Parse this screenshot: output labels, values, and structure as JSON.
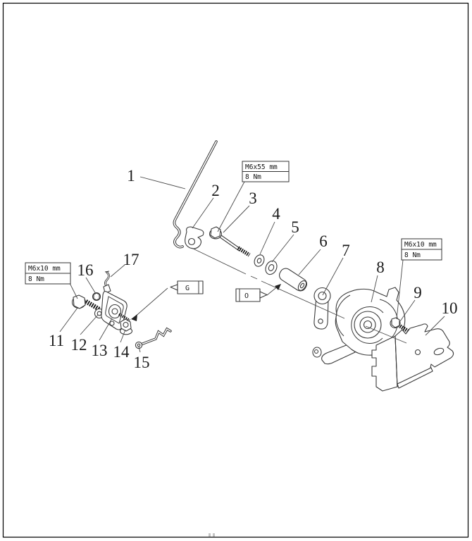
{
  "figure": {
    "kind": "exploded-parts-diagram",
    "parts": [
      {
        "label": "1"
      },
      {
        "label": "2"
      },
      {
        "label": "3"
      },
      {
        "label": "4"
      },
      {
        "label": "5"
      },
      {
        "label": "6"
      },
      {
        "label": "7"
      },
      {
        "label": "8"
      },
      {
        "label": "9"
      },
      {
        "label": "10"
      },
      {
        "label": "11"
      },
      {
        "label": "12"
      },
      {
        "label": "13"
      },
      {
        "label": "14"
      },
      {
        "label": "15"
      },
      {
        "label": "16"
      },
      {
        "label": "17"
      }
    ],
    "torque_labels": [
      {
        "line1": "M6x55 mm",
        "line2": "8 Nm"
      },
      {
        "line1": "M6x10 mm",
        "line2": "8 Nm"
      },
      {
        "line1": "M6x10 mm",
        "line2": "8 Nm"
      }
    ],
    "lubricant_marks": [
      {
        "symbol": "G"
      },
      {
        "symbol": "O"
      }
    ],
    "colors": {
      "line": "#3a3a3a",
      "border": "#000000",
      "background": "#ffffff"
    }
  }
}
